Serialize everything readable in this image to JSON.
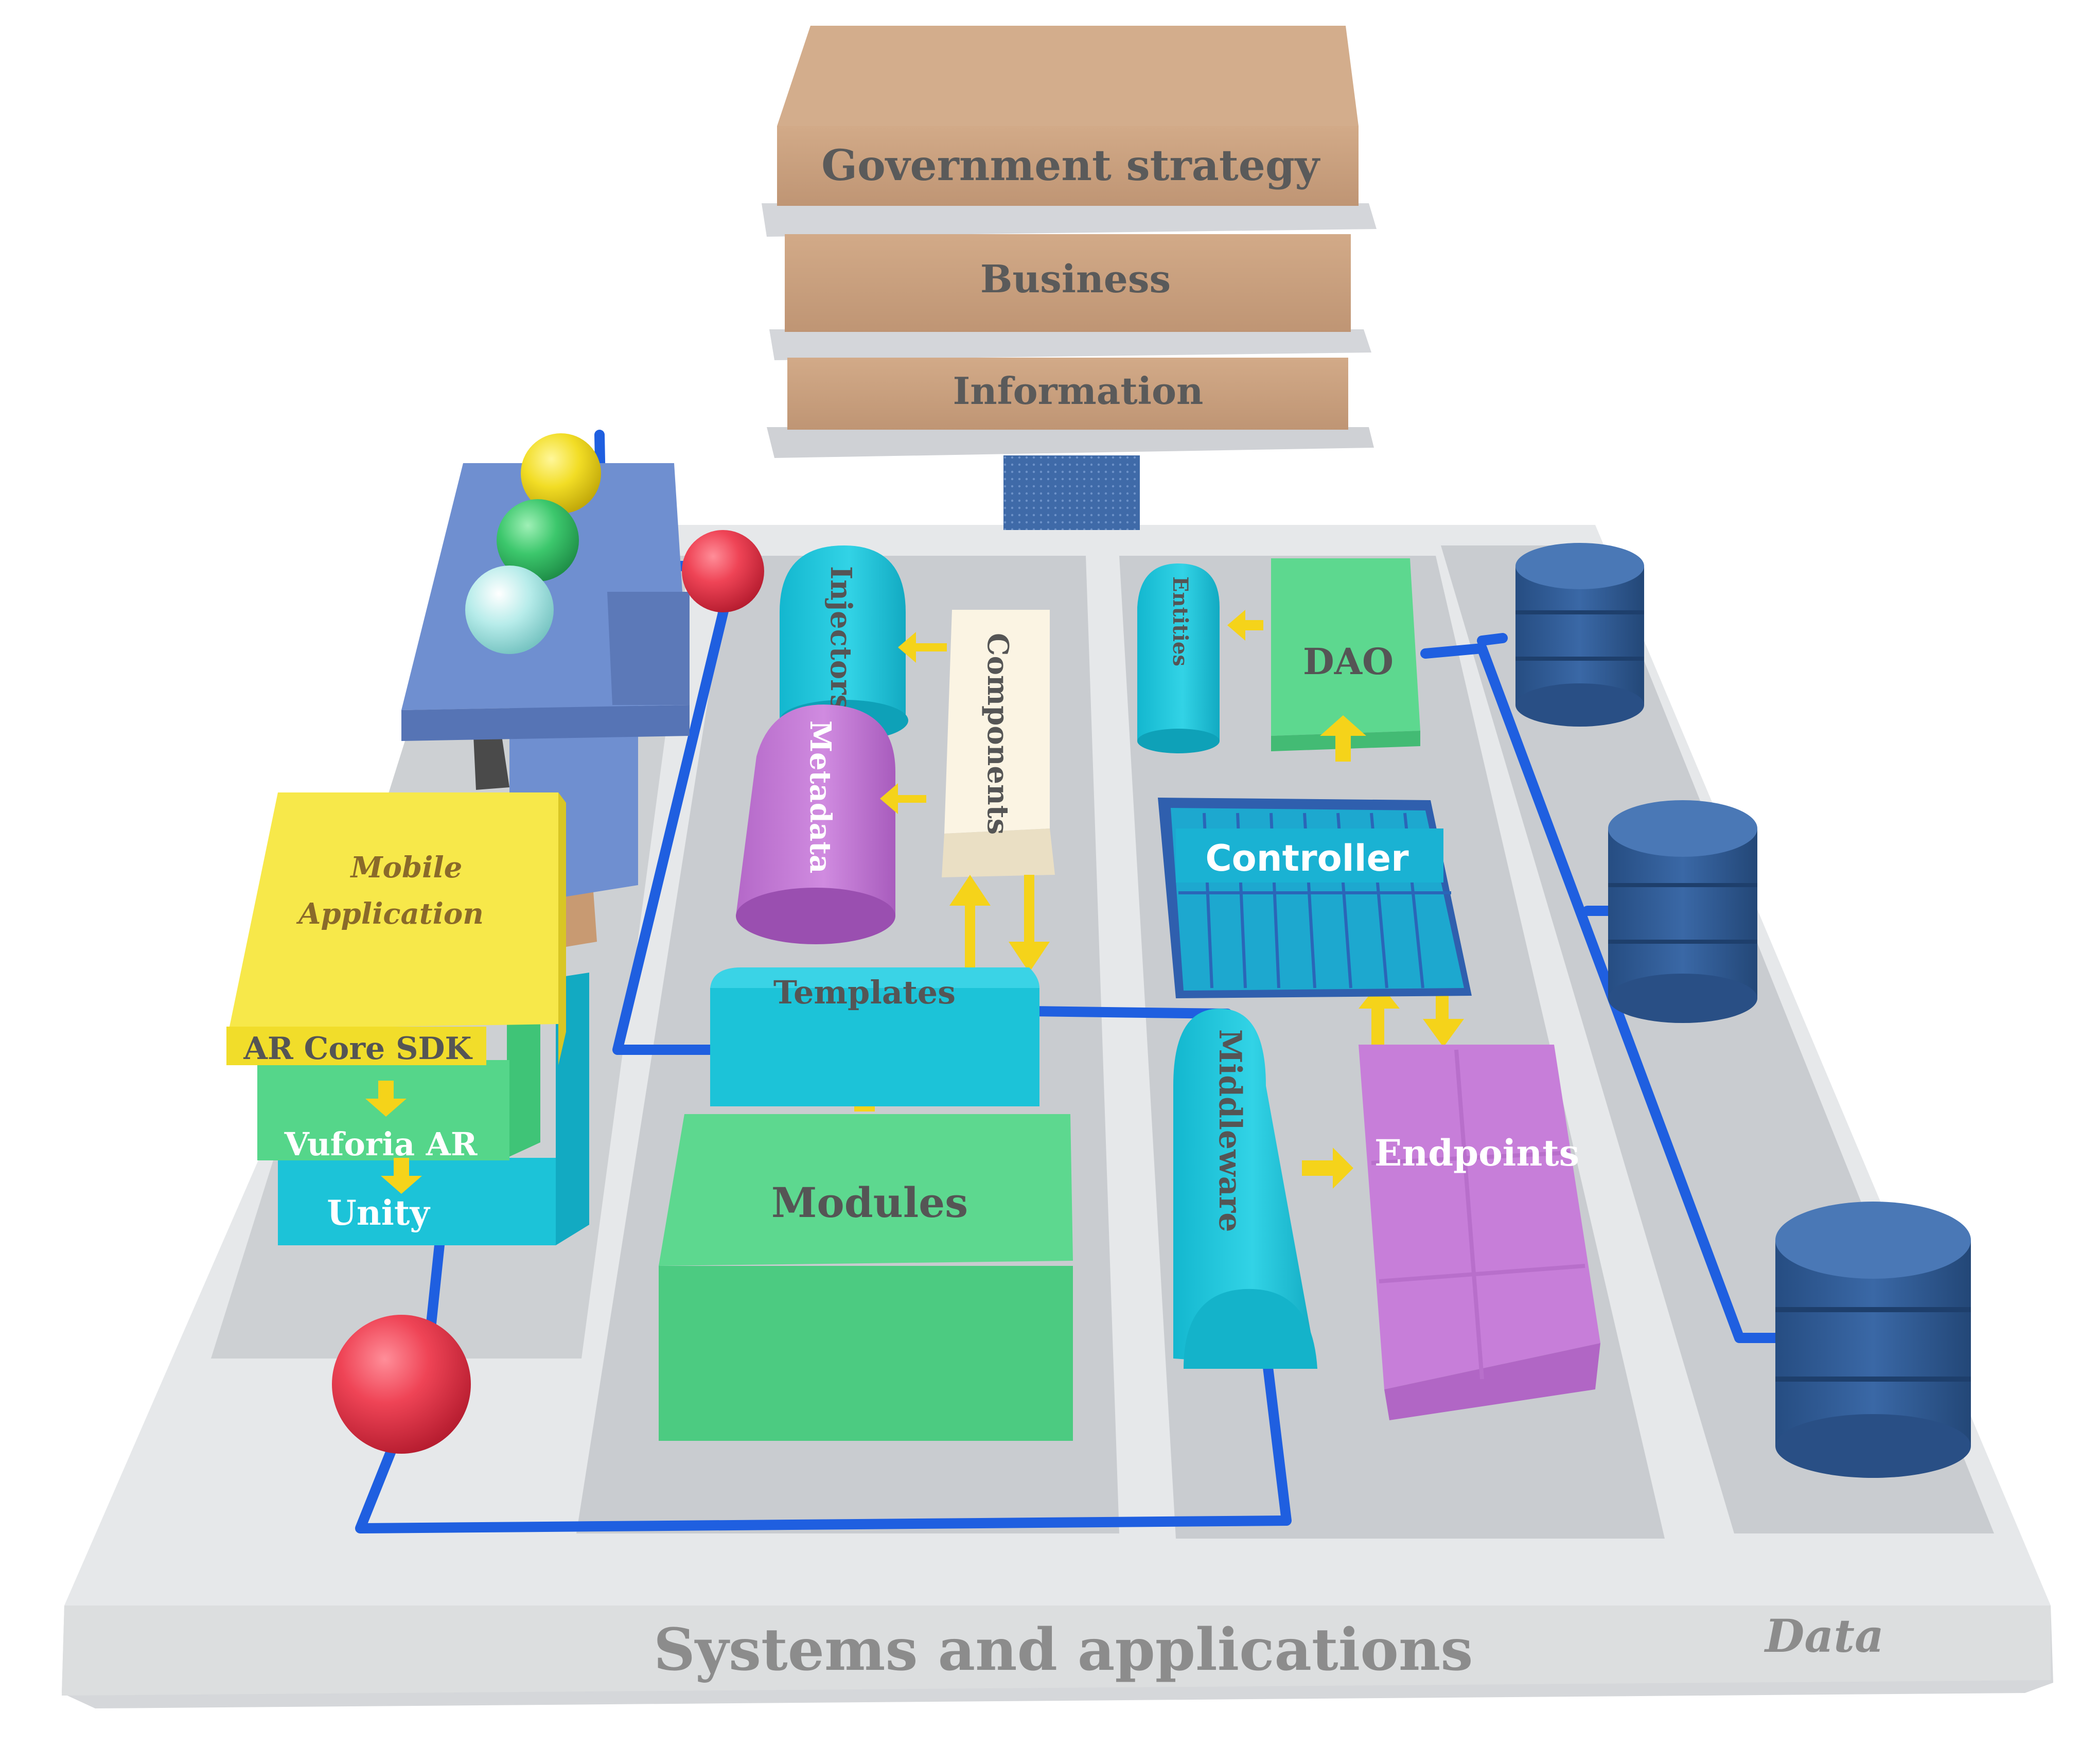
{
  "layers": {
    "strategy": "Government strategy",
    "business": "Business",
    "information": "Information"
  },
  "platform": {
    "systems_label": "Systems and applications",
    "data_label": "Data"
  },
  "mobile": {
    "app": "Mobile Application",
    "app_line1": "Mobile",
    "app_line2": "Application",
    "arcore": "AR Core SDK",
    "vuforia": "Vuforia AR",
    "unity": "Unity"
  },
  "frontend": {
    "injectors": "Injectors",
    "metadata": "Metadata",
    "components": "Components",
    "templates": "Templates",
    "modules": "Modules"
  },
  "backend": {
    "entities": "Entities",
    "dao": "DAO",
    "controller": "Controller",
    "middleware": "Middleware",
    "endpoints": "Endpoints"
  },
  "colors": {
    "layer": "#c8a07e",
    "layer_shelf": "#d6d8dc",
    "platform": "#e4e6e8",
    "zone": "#c9cccf",
    "cyan": "#1cc3d8",
    "green": "#55d68a",
    "purple": "#c77ed9",
    "yellow": "#f7e84a",
    "cream": "#f8f0dc",
    "db": "#2f5b95",
    "wire": "#1f5fe0",
    "red": "#e8384a",
    "arrow": "#f5d31a"
  }
}
